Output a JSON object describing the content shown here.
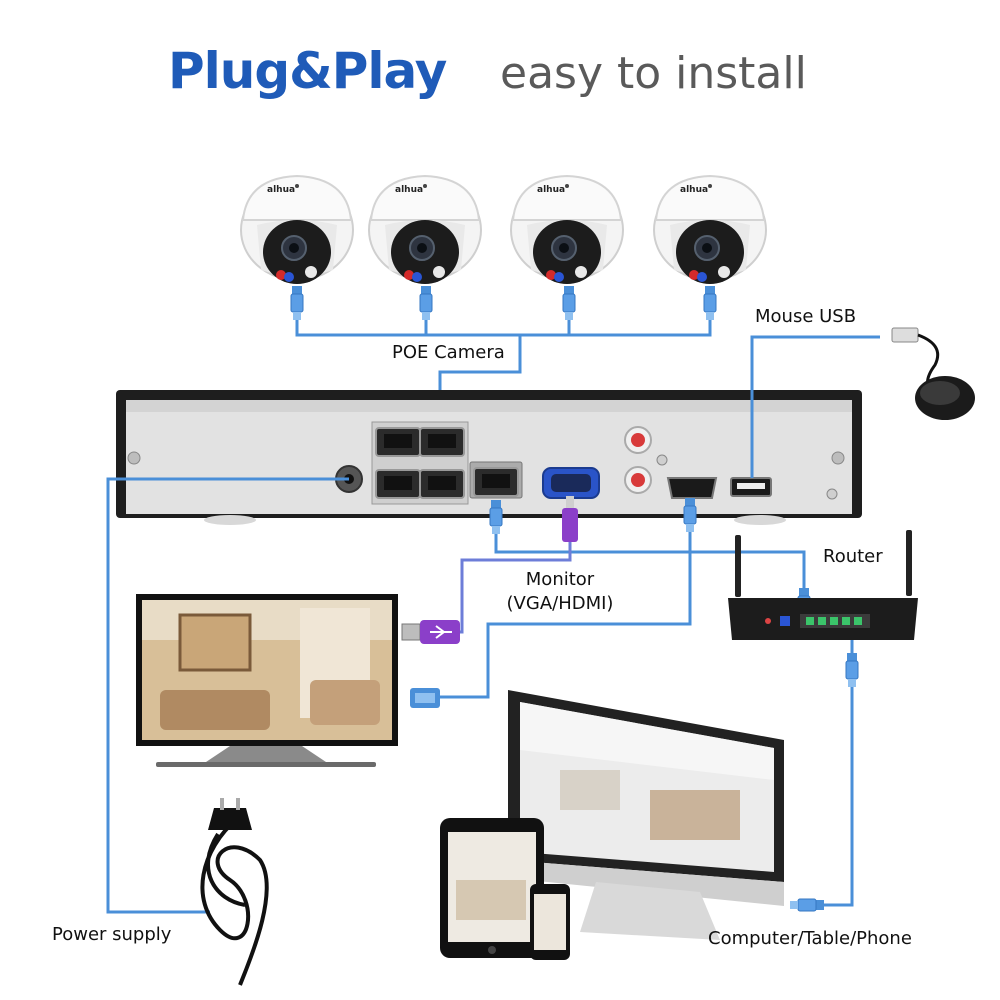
{
  "header": {
    "title": "Plug&Play",
    "subtitle": "easy to install"
  },
  "cameras": {
    "brand": "alhua",
    "count": 4
  },
  "labels": {
    "poe_camera": "POE Camera",
    "mouse_usb": "Mouse USB",
    "router": "Router",
    "monitor_line1": "Monitor",
    "monitor_line2": "(VGA/HDMI)",
    "power_supply": "Power supply",
    "devices": "Computer/Table/Phone"
  },
  "colors": {
    "cable": "#4a8fd8",
    "title": "#1f5bb8",
    "usb_plug": "#8b3fc9"
  }
}
